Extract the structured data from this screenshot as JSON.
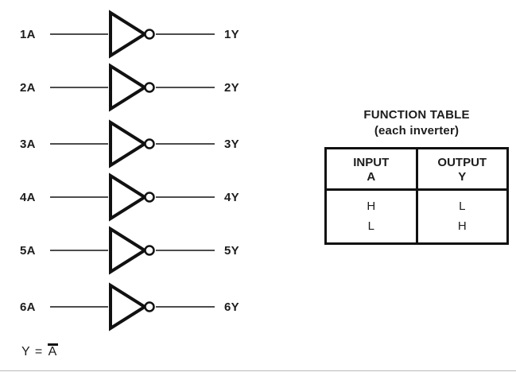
{
  "diagram": {
    "inverters": [
      {
        "input": "1A",
        "output": "1Y"
      },
      {
        "input": "2A",
        "output": "2Y"
      },
      {
        "input": "3A",
        "output": "3Y"
      },
      {
        "input": "4A",
        "output": "4Y"
      },
      {
        "input": "5A",
        "output": "5Y"
      },
      {
        "input": "6A",
        "output": "6Y"
      }
    ],
    "equation": {
      "lhs": "Y = ",
      "overlined": "A"
    }
  },
  "function_table": {
    "title": "FUNCTION TABLE",
    "subtitle": "(each inverter)",
    "columns": [
      {
        "group": "INPUT",
        "signal": "A"
      },
      {
        "group": "OUTPUT",
        "signal": "Y"
      }
    ],
    "rows": [
      [
        "H",
        "L"
      ],
      [
        "L",
        "H"
      ]
    ]
  },
  "colors": {
    "ink": "#1c1c1c",
    "wire": "#4d4d4d"
  }
}
